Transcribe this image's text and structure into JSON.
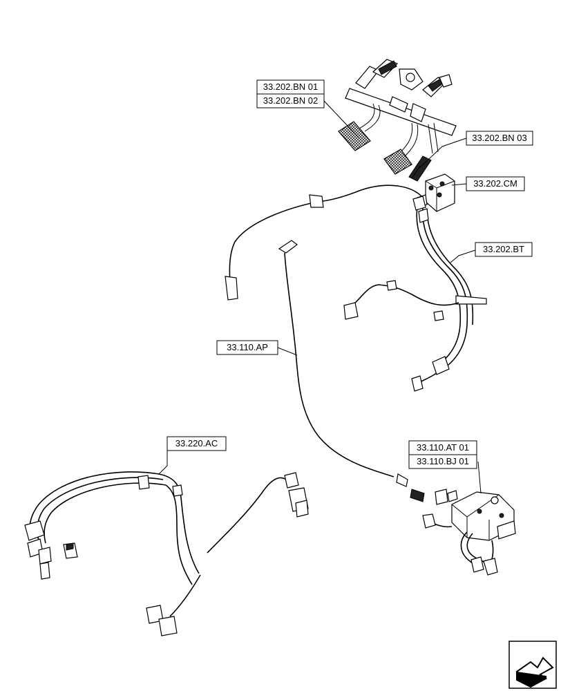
{
  "callouts": {
    "bn01": "33.202.BN 01",
    "bn02": "33.202.BN 02",
    "bn03": "33.202.BN 03",
    "cm": "33.202.CM",
    "bt": "33.202.BT",
    "ap": "33.110.AP",
    "ac": "33.220.AC",
    "at01": "33.110.AT 01",
    "bj01": "33.110.BJ 01"
  },
  "icons": {
    "nav_arrow": "next-page-arrow-icon"
  }
}
